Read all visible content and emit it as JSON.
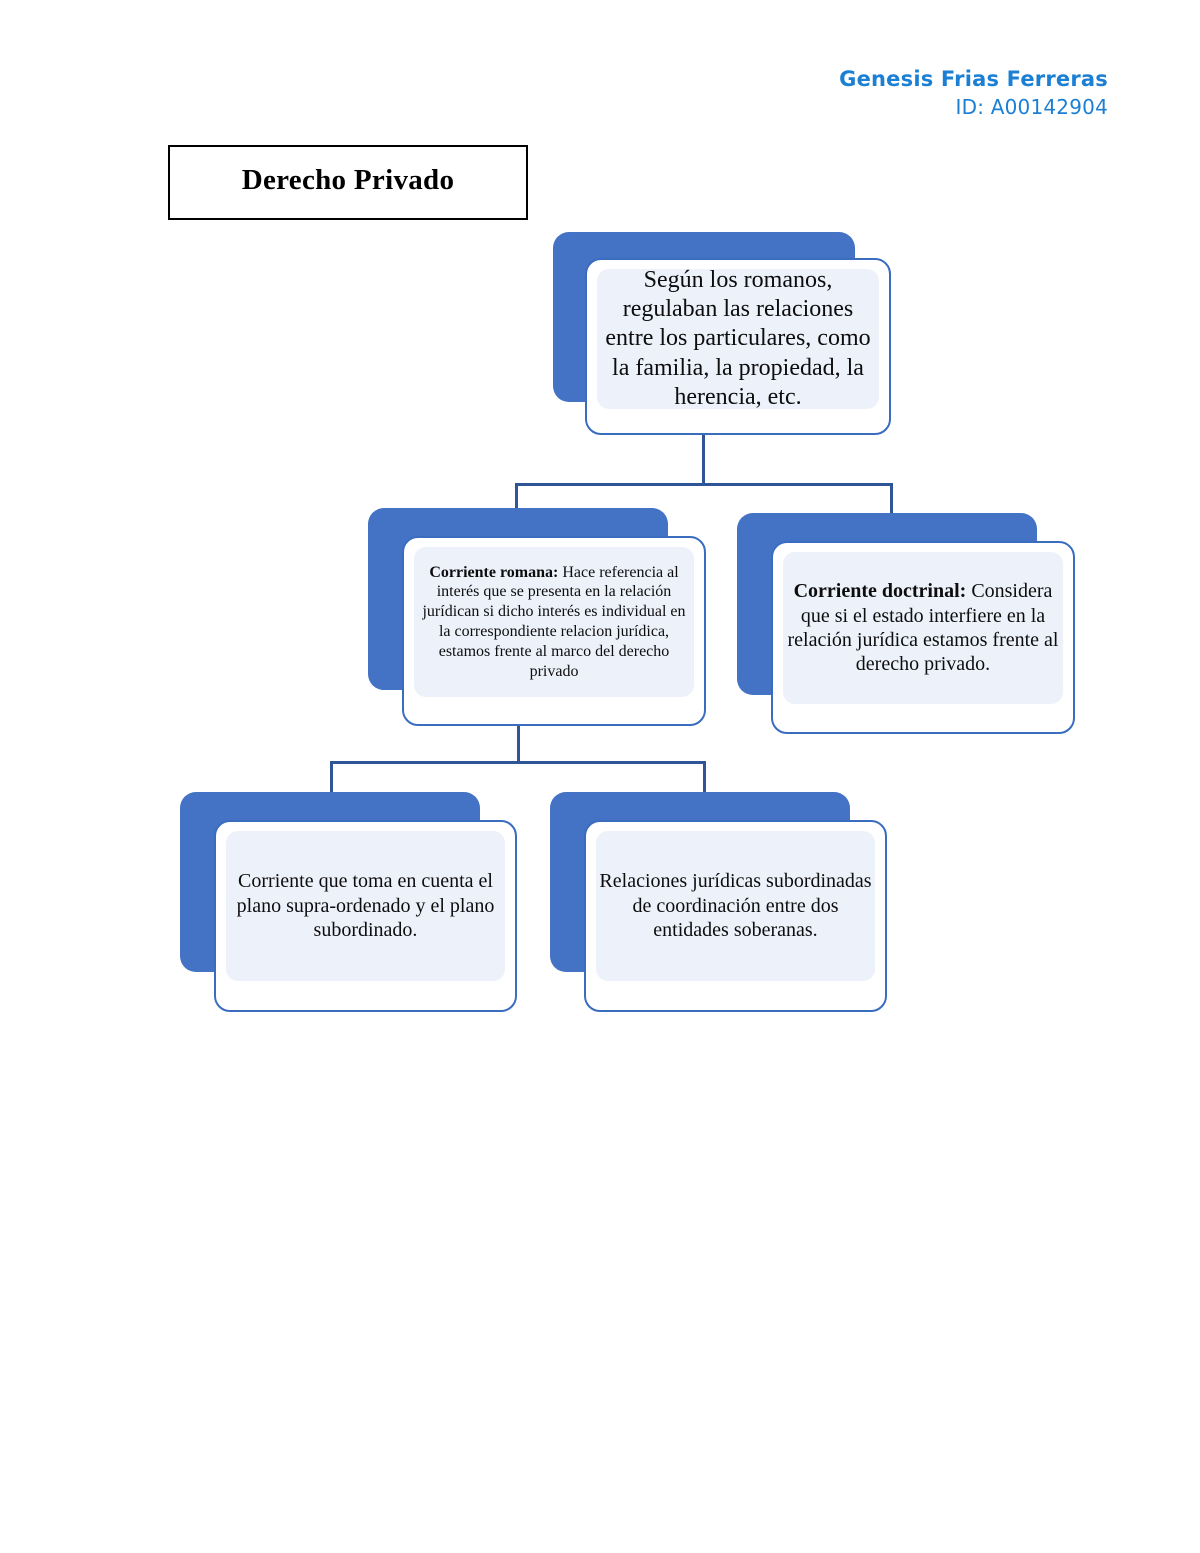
{
  "header": {
    "student_name": "Genesis Frias Ferreras",
    "student_id": "ID: A00142904",
    "accent_color": "#1B7FD4"
  },
  "title_box": {
    "label": "Derecho Privado",
    "border_color": "#000000"
  },
  "theme": {
    "node_shadow_color": "#4472C4",
    "node_border_color": "#3A6CC0",
    "node_fill_color": "#EDF1FA",
    "connector_color": "#2F5597",
    "page_background": "#FFFFFF",
    "text_color": "#0D0D0D"
  },
  "chart_data": {
    "type": "diagram",
    "diagram_kind": "hierarchical-concept-map",
    "title": "Derecho Privado",
    "nodes": [
      {
        "id": "root",
        "level": 0,
        "text": "Según los romanos, regulaban las relaciones entre los particulares, como la familia, la propiedad, la herencia, etc.",
        "lines": [
          "Según los romanos,",
          "regulaban las relaciones",
          "entre los particulares,",
          "como la familia, la",
          "propiedad, la herencia, etc."
        ],
        "label": "",
        "body": "Según los romanos, regulaban las relaciones entre los particulares, como la familia, la propiedad, la herencia, etc."
      },
      {
        "id": "corriente-romana",
        "level": 1,
        "parent": "root",
        "label": "Corriente romana:",
        "body": " Hace referencia al interés que se presenta en la relación jurídican si dicho interés es individual en la correspondiente relacion jurídica, estamos frente al marco del derecho privado",
        "text": "Corriente romana: Hace referencia al interés que se presenta en la relación jurídican si dicho interés es individual en la correspondiente relacion jurídica, estamos frente al marco del derecho privado"
      },
      {
        "id": "corriente-doctrinal",
        "level": 1,
        "parent": "root",
        "label": "Corriente doctrinal:",
        "body": " Considera que si el estado interfiere en la relación jurídica estamos frente al derecho privado.",
        "text": "Corriente doctrinal: Considera que si el estado interfiere en la relación jurídica estamos frente al derecho privado."
      },
      {
        "id": "plano-supra-ordenado",
        "level": 2,
        "parent": "corriente-romana",
        "label": "",
        "body": "Corriente que toma en cuenta el plano supra-ordenado y el plano subordinado.",
        "text": "Corriente que toma en cuenta el plano supra-ordenado y el plano subordinado."
      },
      {
        "id": "relaciones-subordinadas",
        "level": 2,
        "parent": "corriente-romana",
        "label": "",
        "body": "Relaciones jurídicas subordinadas de coordinación entre dos entidades soberanas.",
        "text": "Relaciones jurídicas subordinadas de coordinación entre dos entidades soberanas."
      }
    ],
    "edges": [
      {
        "from": "root",
        "to": "corriente-romana"
      },
      {
        "from": "root",
        "to": "corriente-doctrinal"
      },
      {
        "from": "corriente-romana",
        "to": "plano-supra-ordenado"
      },
      {
        "from": "corriente-romana",
        "to": "relaciones-subordinadas"
      }
    ]
  }
}
